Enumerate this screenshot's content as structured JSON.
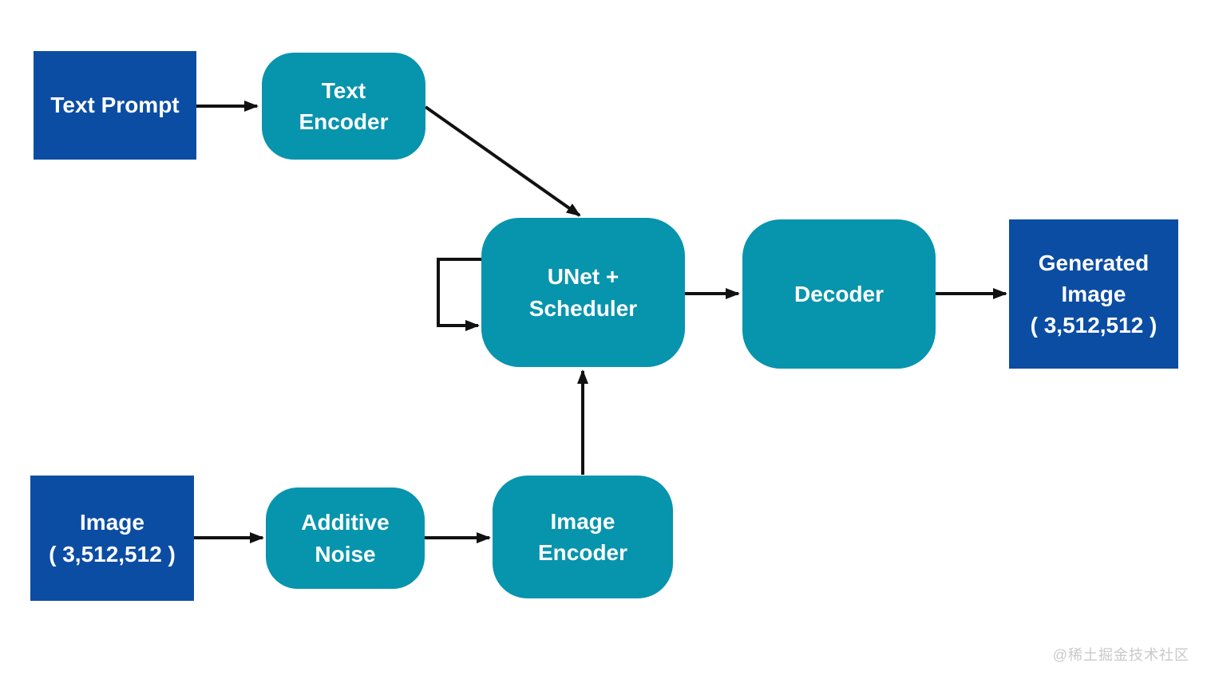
{
  "nodes": {
    "text_prompt": {
      "line1": "Text Prompt"
    },
    "text_encoder": {
      "line1": "Text",
      "line2": "Encoder"
    },
    "unet_scheduler": {
      "line1": "UNet +",
      "line2": "Scheduler"
    },
    "decoder": {
      "line1": "Decoder"
    },
    "generated_image": {
      "line1": "Generated",
      "line2": "Image",
      "line3": "( 3,512,512 )"
    },
    "image_input": {
      "line1": "Image",
      "line2": "( 3,512,512 )"
    },
    "additive_noise": {
      "line1": "Additive",
      "line2": "Noise"
    },
    "image_encoder": {
      "line1": "Image",
      "line2": "Encoder"
    }
  },
  "edges": [
    {
      "from": "text_prompt",
      "to": "text_encoder"
    },
    {
      "from": "text_encoder",
      "to": "unet_scheduler"
    },
    {
      "from": "unet_scheduler",
      "to": "unet_scheduler"
    },
    {
      "from": "unet_scheduler",
      "to": "decoder"
    },
    {
      "from": "decoder",
      "to": "generated_image"
    },
    {
      "from": "image_input",
      "to": "additive_noise"
    },
    {
      "from": "additive_noise",
      "to": "image_encoder"
    },
    {
      "from": "image_encoder",
      "to": "unet_scheduler"
    }
  ],
  "watermark": "@稀土掘金技术社区",
  "colors": {
    "input_box": "#0c4da4",
    "process_box": "#0794ad",
    "node_text": "#ffffff",
    "arrow": "#111111",
    "background": "#ffffff",
    "watermark_text": "#c9c9c9"
  }
}
